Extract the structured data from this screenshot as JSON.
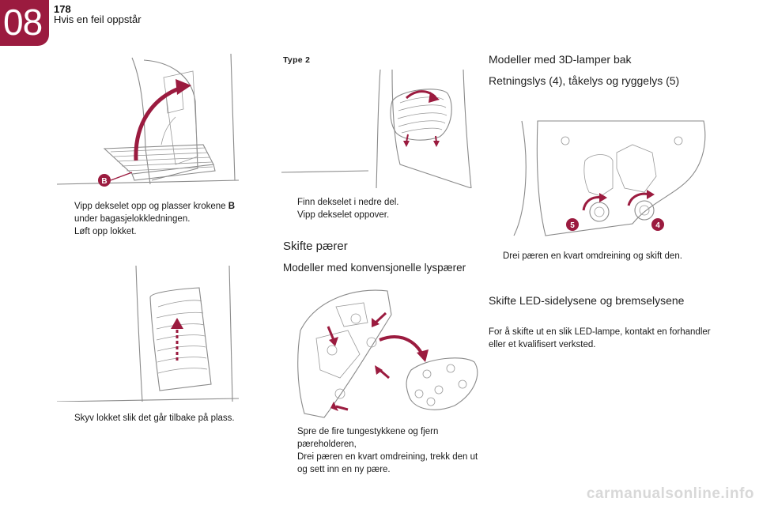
{
  "header": {
    "chapter": "08",
    "page_number": "178",
    "section_title": "Hvis en feil oppstår"
  },
  "col1": {
    "img1_label": "B",
    "bullets_a": [
      {
        "pre": "Vipp dekselet opp og plasser krokene ",
        "bold": "B",
        "post": " under bagasjelokkledningen."
      },
      {
        "pre": "Løft opp lokket.",
        "bold": "",
        "post": ""
      }
    ],
    "bullets_b": [
      {
        "text": "Skyv lokket slik det går tilbake på plass."
      }
    ]
  },
  "col2": {
    "type_heading": "Type 2",
    "bullets_a": [
      {
        "text": "Finn dekselet i nedre del."
      },
      {
        "text": "Vipp dekselet oppover."
      }
    ],
    "heading_main": "Skifte pærer",
    "heading_sub": "Modeller med konvensjonelle lyspærer",
    "bullets_b": [
      {
        "text": "Spre de fire tungestykkene og fjern pæreholderen,"
      },
      {
        "text": "Drei pæren en kvart omdreining, trekk den ut og sett inn en ny pære."
      }
    ]
  },
  "col3": {
    "heading_main": "Modeller med 3D-lamper bak",
    "heading_sub": "Retningslys (4), tåkelys og ryggelys (5)",
    "marker_5": "5",
    "marker_4": "4",
    "bullets_a": [
      {
        "text": "Drei pæren en kvart omdreining og skift den."
      }
    ],
    "heading_led": "Skifte LED-sidelysene og bremselysene",
    "paragraph": "For å skifte ut en slik LED-lampe, kontakt en forhandler eller et kvalifisert verksted."
  },
  "bullet_glyph": "",
  "watermark": "carmanualsonline.info",
  "colors": {
    "accent": "#9b1b3f",
    "text": "#1a1a1a"
  }
}
